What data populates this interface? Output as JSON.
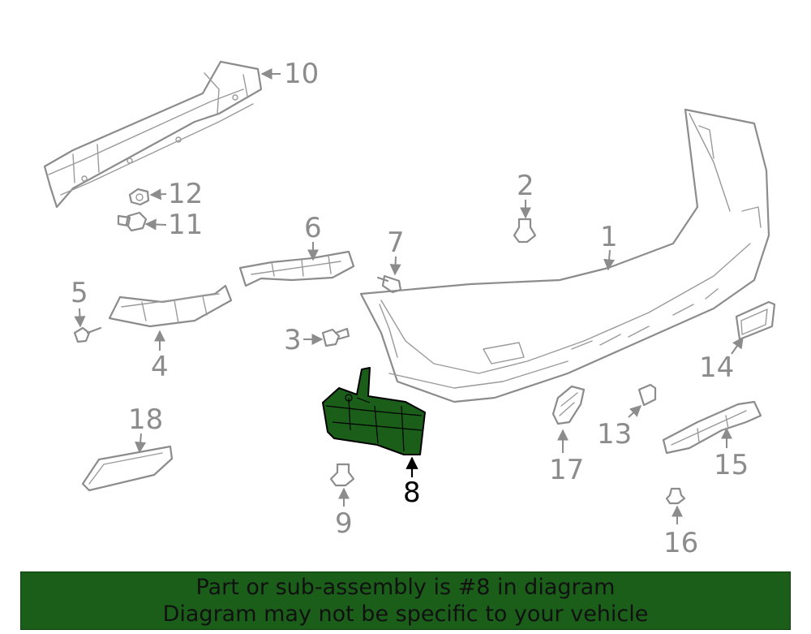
{
  "diagram": {
    "highlight_color": "#1a5e1a",
    "highlighted_part": "8",
    "callouts": [
      "1",
      "2",
      "3",
      "4",
      "5",
      "6",
      "7",
      "8",
      "9",
      "10",
      "11",
      "12",
      "13",
      "14",
      "15",
      "16",
      "17",
      "18"
    ]
  },
  "banner": {
    "background": "#1a5e1a",
    "line1": "Part or sub-assembly is #8 in diagram",
    "line2": "Diagram may not be specific to your vehicle"
  }
}
